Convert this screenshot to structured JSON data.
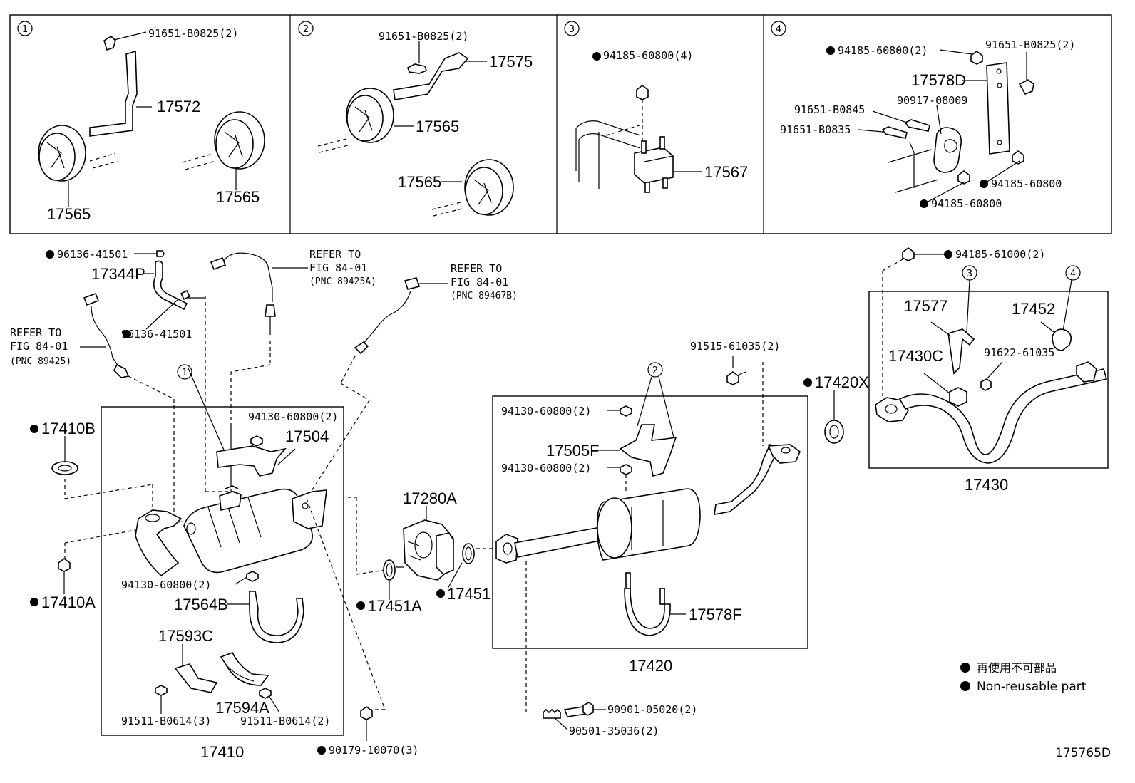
{
  "diagram_code": "175765D",
  "legend": {
    "japanese": "再使用不可部品",
    "english": "Non-reusable part"
  },
  "insets": [
    {
      "number": "1",
      "labels": [
        "91651-B0825(2)",
        "17572",
        "17565",
        "17565"
      ]
    },
    {
      "number": "2",
      "labels": [
        "91651-B0825(2)",
        "17575",
        "17565",
        "17565"
      ]
    },
    {
      "number": "3",
      "labels": [
        "94185-60800(4)",
        "17567"
      ]
    },
    {
      "number": "4",
      "labels": [
        "94185-60800(2)",
        "91651-B0825(2)",
        "17578D",
        "90917-08009",
        "91651-B0845",
        "91651-B0835",
        "94185-60800",
        "94185-60800"
      ]
    }
  ],
  "refs": [
    {
      "title": "REFER TO",
      "fig": "FIG 84-01",
      "pnc": "(PNC 89425A)"
    },
    {
      "title": "REFER TO",
      "fig": "FIG 84-01",
      "pnc": "(PNC 89467B)"
    },
    {
      "title": "REFER TO",
      "fig": "FIG 84-01",
      "pnc": "(PNC 89425)"
    }
  ],
  "labels": {
    "l96136a": "96136-41501",
    "l17344p": "17344P",
    "l96136b": "96136-41501",
    "l17410b": "17410B",
    "l17410a": "17410A",
    "l94130a": "94130-60800(2)",
    "l17504": "17504",
    "l94130b": "94130-60800(2)",
    "l17564b": "17564B",
    "l17593c": "17593C",
    "l91511a": "91511-B0614(3)",
    "l17594a": "17594A",
    "l91511b": "91511-B0614(2)",
    "l17410": "17410",
    "l90179": "90179-10070(3)",
    "l17280a": "17280A",
    "l17451a": "17451A",
    "l17451": "17451",
    "l91515": "91515-61035(2)",
    "l94130c": "94130-60800(2)",
    "l17505f": "17505F",
    "l94130d": "94130-60800(2)",
    "l17578f": "17578F",
    "l17420": "17420",
    "l90901": "90901-05020(2)",
    "l90501": "90501-35036(2)",
    "l17420x": "17420X",
    "l94185b": "94185-61000(2)",
    "l17577": "17577",
    "l17452": "17452",
    "l17430c": "17430C",
    "l91622": "91622-61035",
    "l17430": "17430"
  },
  "callouts": [
    "1",
    "2",
    "3",
    "4"
  ]
}
